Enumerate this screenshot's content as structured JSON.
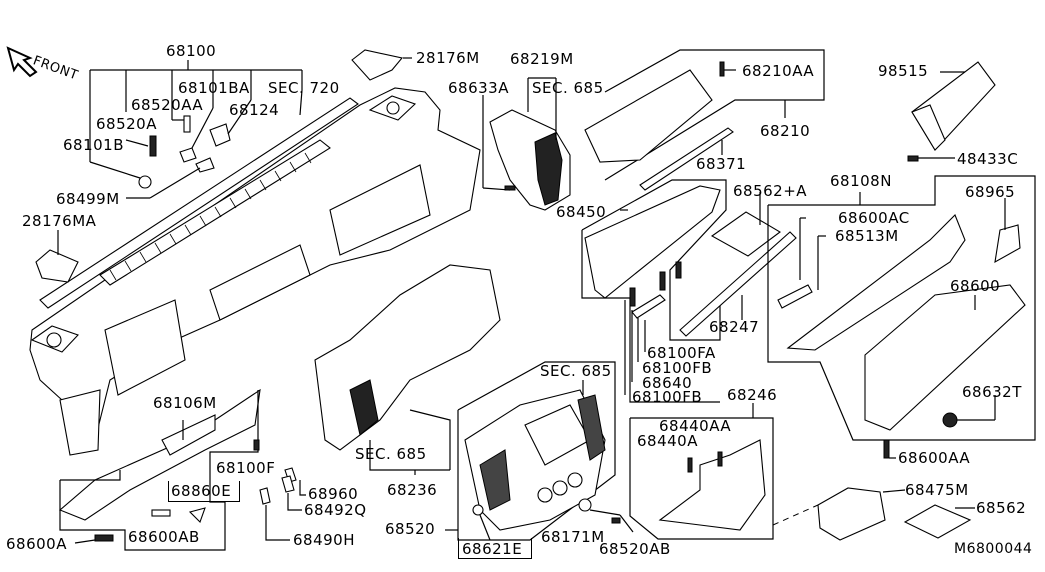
{
  "diagram": {
    "title": "Instrument Panel Parts Diagram",
    "front_indicator": "FRONT",
    "diagram_code": "M6800044",
    "ink_color": "#000000",
    "background_color": "#ffffff"
  },
  "labels": {
    "p68100": "68100",
    "p68101BA": "68101BA",
    "sec720": "SEC. 720",
    "p68520AA": "68520AA",
    "p68124": "68124",
    "p68520A": "68520A",
    "p68101B": "68101B",
    "p68499M": "68499M",
    "p28176MA": "28176MA",
    "p28176M": "28176M",
    "p68219M": "68219M",
    "p68633A": "68633A",
    "sec685_a": "SEC. 685",
    "p68210AA": "68210AA",
    "p68210": "68210",
    "p68371": "68371",
    "p98515": "98515",
    "p48433C": "48433C",
    "p68450": "68450",
    "p68562A": "68562+A",
    "p68108N": "68108N",
    "p68965": "68965",
    "p68600AC": "68600AC",
    "p68513M": "68513M",
    "p68600": "68600",
    "p68247": "68247",
    "p68100FA": "68100FA",
    "p68100FB_1": "68100FB",
    "p68640": "68640",
    "p68100FB_2": "68100FB",
    "p68632T": "68632T",
    "p68600AA": "68600AA",
    "p68246": "68246",
    "p68440AA": "68440AA",
    "p68440A": "68440A",
    "p68475M": "68475M",
    "p68562": "68562",
    "p68106M": "68106M",
    "p68100F": "68100F",
    "sec685_b": "SEC. 685",
    "p68236": "68236",
    "p68860E": "68860E",
    "p68960": "68960",
    "p68492Q": "68492Q",
    "p68600A": "68600A",
    "p68600AB": "68600AB",
    "p68490H": "68490H",
    "p68520": "68520",
    "sec685_c": "SEC. 685",
    "p68621E": "68621E",
    "p68171M": "68171M",
    "p68520AB": "68520AB"
  }
}
